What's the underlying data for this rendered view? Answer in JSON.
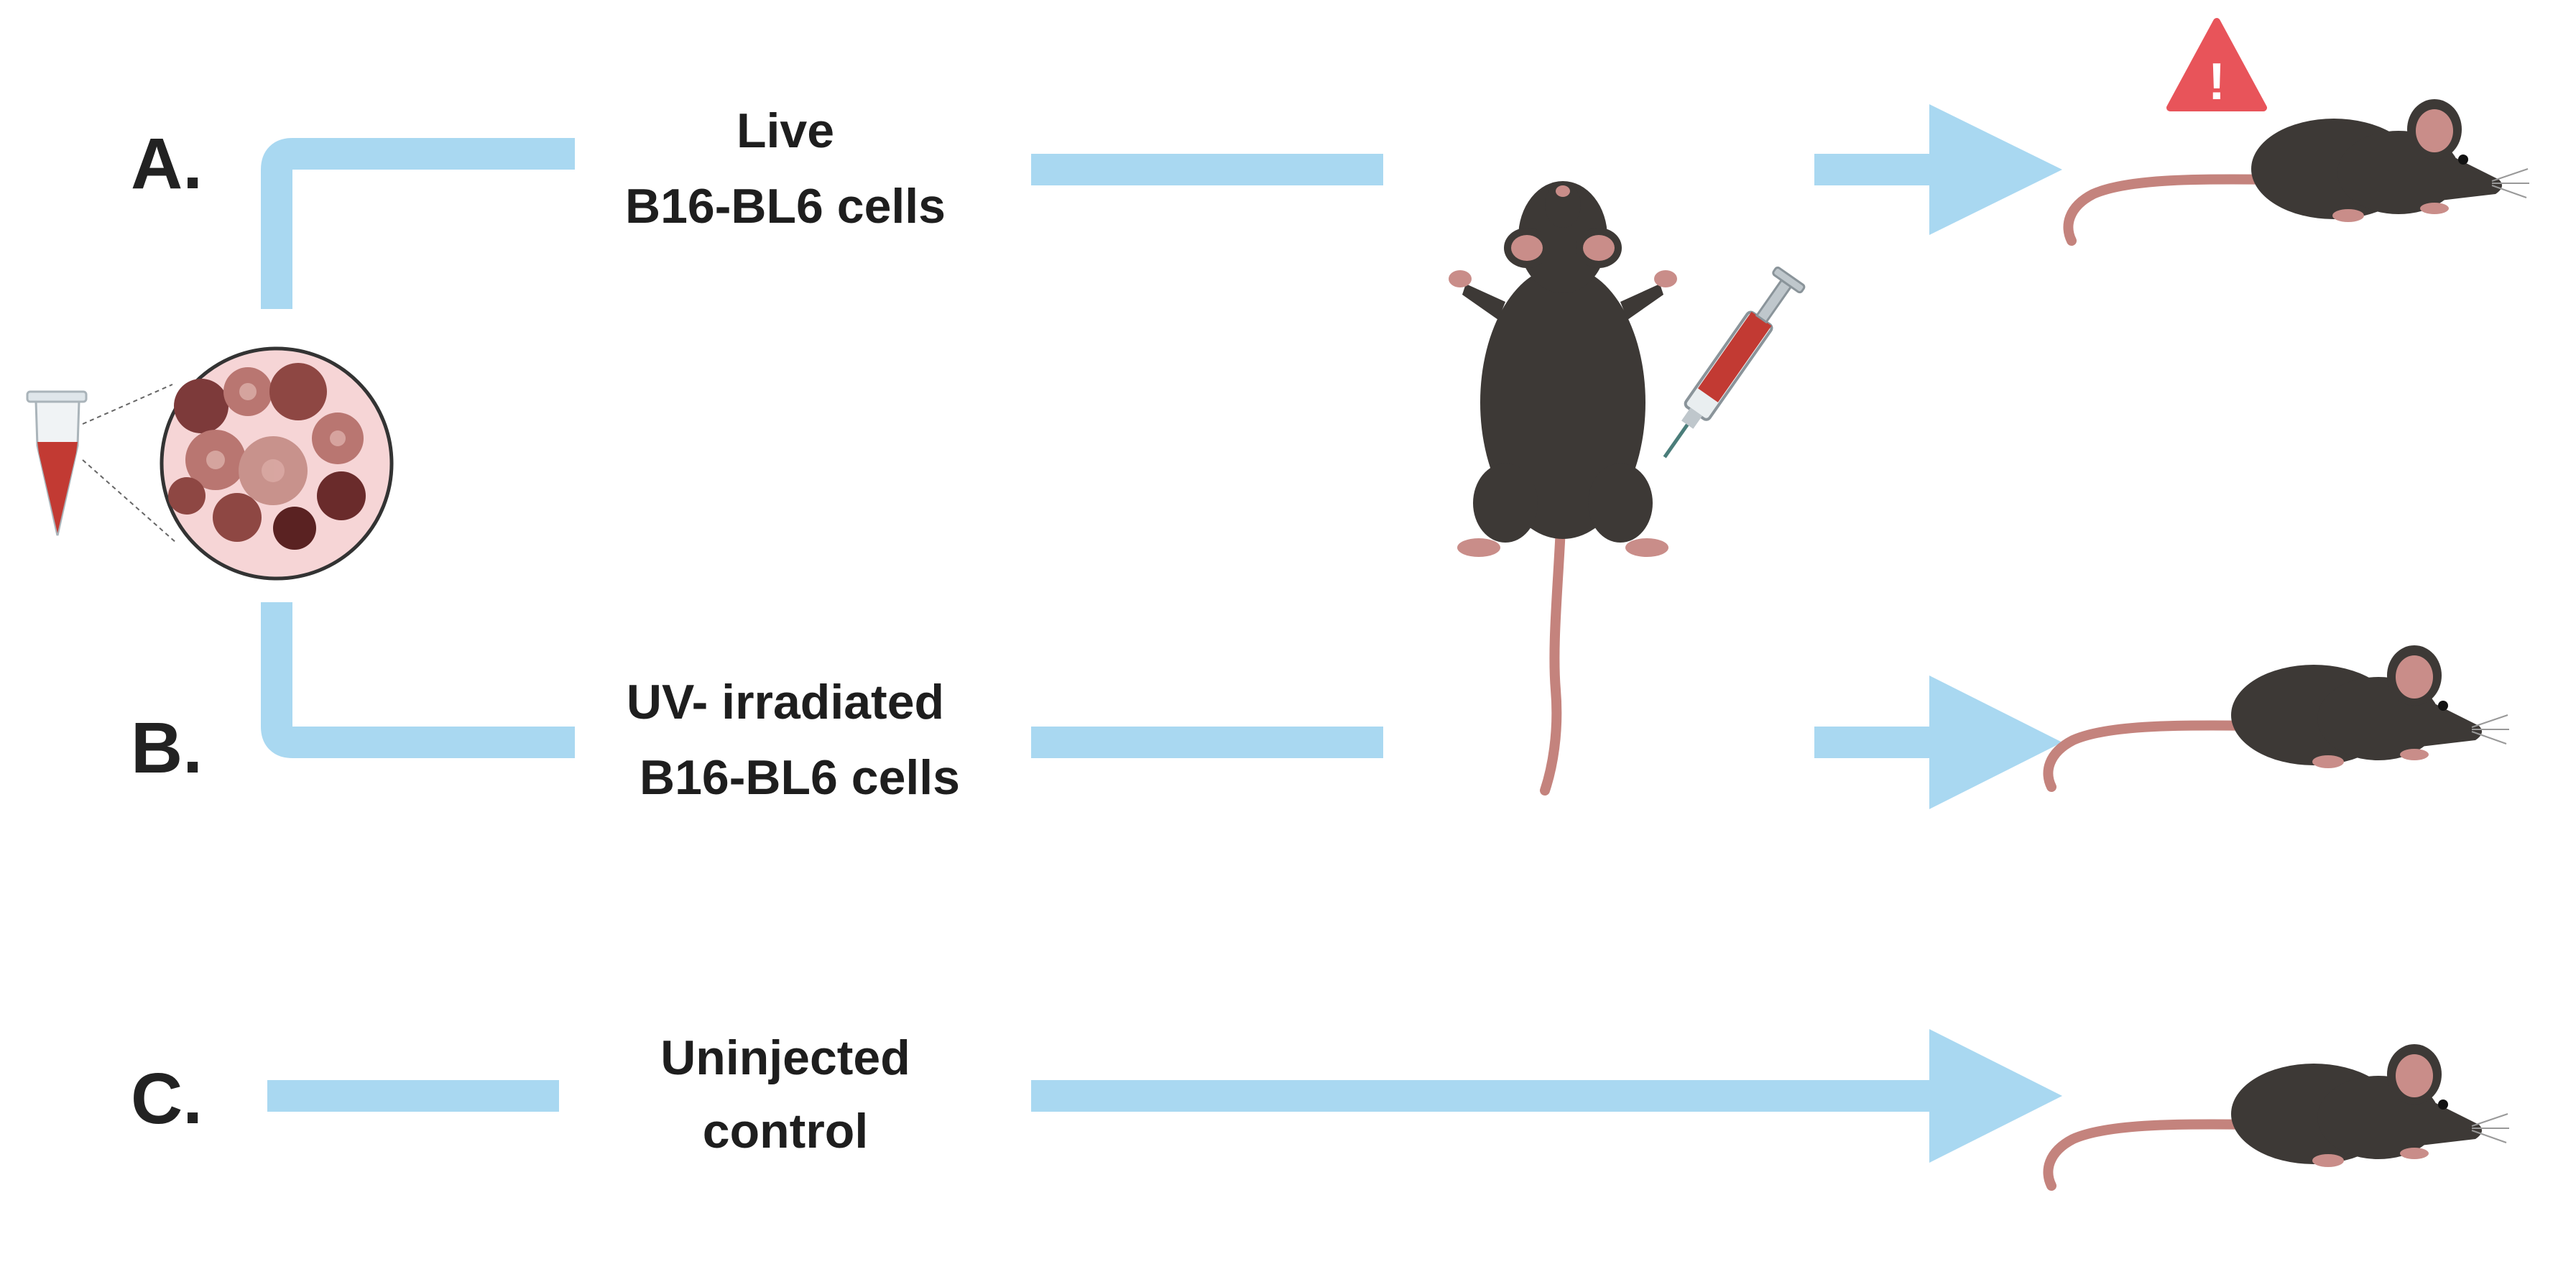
{
  "rows": [
    {
      "id": "A",
      "letter": "A.",
      "label_line1": "Live",
      "label_line2": "B16-BL6 cells",
      "warning": true
    },
    {
      "id": "B",
      "letter": "B.",
      "label_line1": "UV- irradiated",
      "label_line2": "B16-BL6 cells",
      "warning": false
    },
    {
      "id": "C",
      "letter": "C.",
      "label_line1": "Uninjected",
      "label_line2": "control",
      "warning": false
    }
  ],
  "warning_symbol": "!",
  "icons": {
    "tube": "tube-icon",
    "cells": "tumor-cells-icon",
    "injected_mouse": "injected-mouse-icon",
    "syringe": "syringe-icon",
    "result_mouse": "mouse-icon",
    "warning": "warning-triangle-icon"
  },
  "colors": {
    "flow": "#a9d8f1",
    "warning": "#e8545a",
    "mouse": "#3d3936",
    "mouse_pink": "#c98d89",
    "cell_bg": "#f6d5d6",
    "blood": "#c23a33"
  }
}
